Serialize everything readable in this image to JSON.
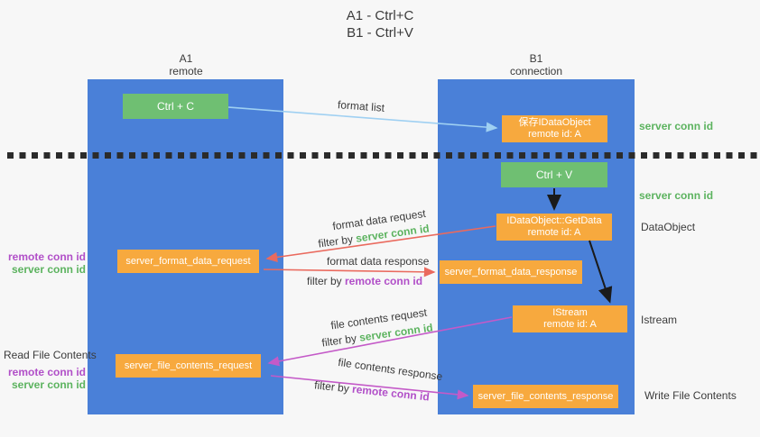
{
  "title": {
    "line1": "A1 - Ctrl+C",
    "line2": "B1 - Ctrl+V"
  },
  "columns": {
    "a1": {
      "name": "A1",
      "subtitle": "remote"
    },
    "b1": {
      "name": "B1",
      "subtitle": "connection"
    }
  },
  "boxes": {
    "ctrl_c": "Ctrl + C",
    "ctrl_v": "Ctrl + V",
    "save_idataobject": {
      "line1": "保存IDataObject",
      "line2": "remote id: A"
    },
    "getdata": {
      "line1": "IDataObject::GetData",
      "line2": "remote id: A"
    },
    "istream": {
      "line1": "IStream",
      "line2": "remote id: A"
    },
    "format_request": "server_format_data_request",
    "format_response": "server_format_data_response",
    "file_request": "server_file_contents_request",
    "file_response": "server_file_contents_response"
  },
  "edge_labels": {
    "format_list": "format list",
    "format_data_request": "format data request",
    "format_data_response": "format data response",
    "file_contents_request": "file contents request",
    "file_contents_response": "file contents response",
    "filter_by": "filter by ",
    "server_conn_id": "server conn id",
    "remote_conn_id": "remote conn id"
  },
  "side_labels": {
    "right_server_conn_id_1": "server conn id",
    "right_server_conn_id_2": "server conn id",
    "right_dataobject": "DataObject",
    "right_istream": "Istream",
    "right_write_file_contents": "Write File Contents",
    "left_remote_conn_id_1": "remote conn id",
    "left_server_conn_id_1": "server conn id",
    "left_read_file_contents": "Read File Contents",
    "left_remote_conn_id_2": "remote conn id",
    "left_server_conn_id_2": "server conn id"
  },
  "colors": {
    "column_blue": "#4a80d8",
    "box_green": "#6fbf72",
    "box_orange": "#f7a93e",
    "arrow_light_blue": "#9fd0f2",
    "arrow_red": "#ea6a5e",
    "arrow_magenta": "#c45ac8",
    "arrow_black": "#1a1a1a",
    "text_green": "#5cb35f",
    "text_purple": "#b14fc8",
    "background": "#f7f7f7"
  }
}
